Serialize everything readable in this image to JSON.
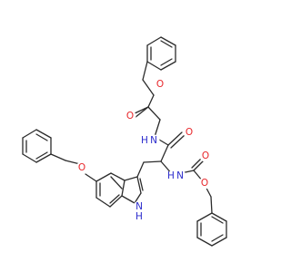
{
  "molecule": {
    "colors": {
      "bond": "#2b2b2b",
      "oxygen": "#e8262a",
      "nitrogen": "#2b2bcc",
      "carbon": "#2b2b2b"
    },
    "atoms": {
      "O_ester_single": "O",
      "O_ester_carbonyl": "O",
      "N_glycine_amide": "N",
      "H_glycine_amide": "H",
      "O_amide_carbonyl": "O",
      "O_benzyloxy": "O",
      "N_carbamate": "N",
      "H_carbamate": "H",
      "O_carbamate_carbonyl": "O",
      "O_carbamate_single": "O",
      "N_indole": "N",
      "H_indole": "H"
    }
  }
}
